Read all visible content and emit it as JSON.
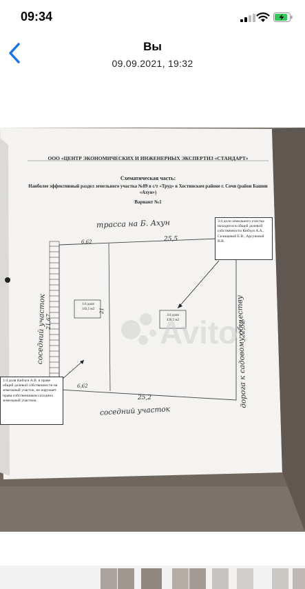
{
  "status": {
    "time": "09:34"
  },
  "nav": {
    "title": "Вы",
    "subtitle": "09.09.2021, 19:32"
  },
  "document": {
    "org_name": "ООО «ЦЕНТР ЭКОНОМИЧЕСКИХ И ИНЖЕНЕРНЫХ ЭКСПЕРТИЗ «СТАНДАРТ»",
    "schema_title": "Схематическая часть:",
    "heading": "Наиболее эффективный раздел земельного участка №89 в с/т «Труд» в Хостинском районе г. Сочи (район Башни «Ахун»)",
    "variant": "Вариант №1",
    "hand_top": "трасса на Б. Ахун",
    "hand_left": "соседний участок",
    "hand_right": "дорога к садовому обществу",
    "hand_bottom": "соседний участок",
    "dim_top_left": "6,62",
    "dim_top": "25,5",
    "dim_left": "21,67",
    "dim_mid": "21",
    "dim_right": "22,52",
    "dim_bottom_left": "6,62",
    "dim_bottom": "25,2",
    "plot_small_label": "1/4 доля",
    "plot_small_area": "143,5 м2",
    "plot_large_label": "3/4 доля",
    "plot_large_area": "430,5 м2",
    "note_right": "3/4 доли земельного участка находятся в общей долевой собственности Кибзун А.А., Селищевой Е.В., Аргуновой В.В.",
    "note_left": "1/4 доля Кибзун А.В. в праве общей долевой собственности на земельный участок, не нарушает права собственников соседних земельный участков."
  },
  "watermark": "Avito"
}
